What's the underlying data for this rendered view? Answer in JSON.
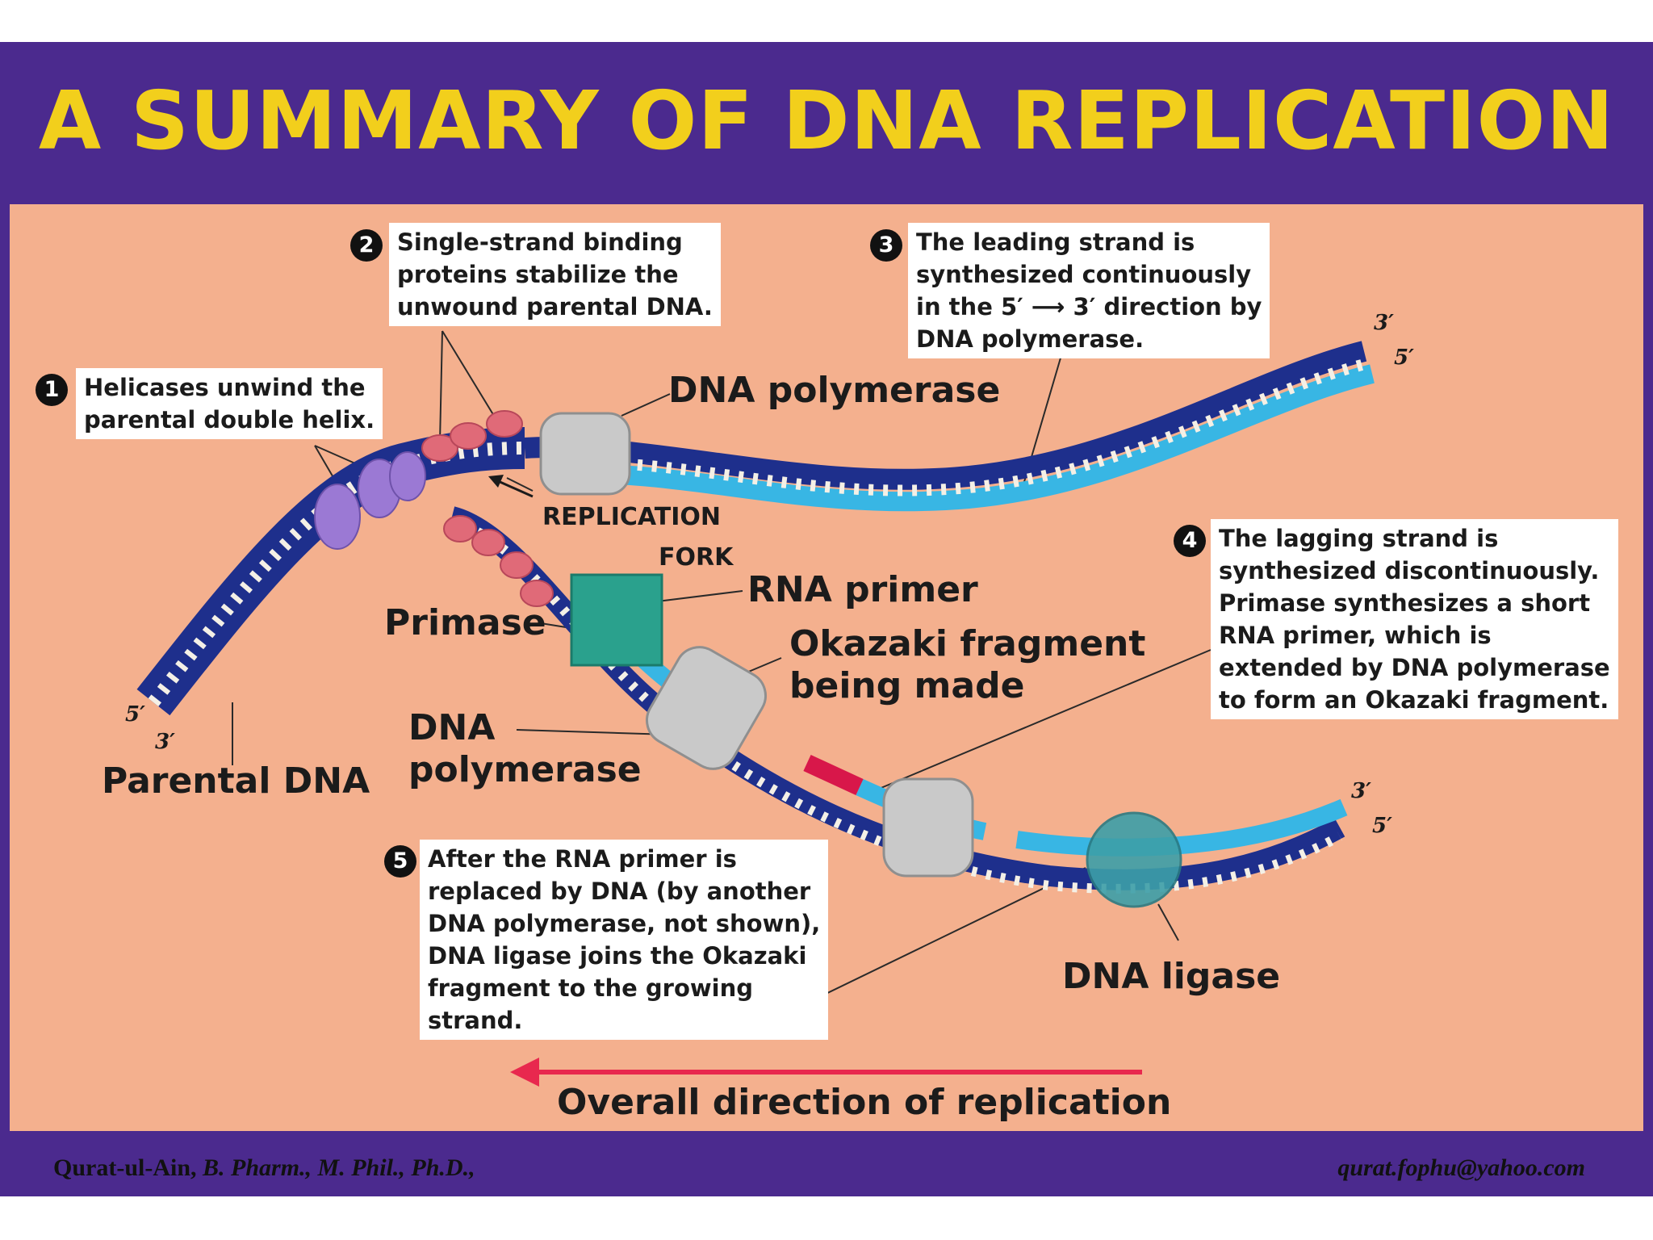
{
  "title": "A SUMMARY OF DNA REPLICATION",
  "colors": {
    "frame": "#4b2a8e",
    "title": "#f2cf1c",
    "background": "#f4b08e",
    "parental_strand": "#1e2f8c",
    "new_strand": "#38b6e4",
    "rna_primer": "#d8174a",
    "helicase": "#9b79d4",
    "ssb": "#e06a78",
    "polymerase": "#c9c9c9",
    "primase": "#2aa18d",
    "ligase": "#3d9fa8",
    "direction_arrow": "#e8284e"
  },
  "steps": [
    {
      "number": "1",
      "text": "Helicases unwind the\nparental double helix."
    },
    {
      "number": "2",
      "text": "Single-strand binding\nproteins stabilize the\nunwound parental DNA."
    },
    {
      "number": "3",
      "text": "The leading strand is\nsynthesized continuously\nin the 5′ ⟶ 3′ direction by\nDNA polymerase."
    },
    {
      "number": "4",
      "text": "The lagging strand is\nsynthesized discontinuously.\nPrimase synthesizes a short\nRNA primer, which is\nextended by DNA polymerase\nto form an Okazaki fragment."
    },
    {
      "number": "5",
      "text": "After the RNA primer is\nreplaced by DNA (by another\nDNA polymerase, not shown),\nDNA ligase joins the Okazaki\nfragment to the growing\nstrand."
    }
  ],
  "labels": {
    "dna_polymerase_top": "DNA polymerase",
    "replication": "REPLICATION",
    "fork": "FORK",
    "rna_primer": "RNA primer",
    "primase": "Primase",
    "okazaki": "Okazaki fragment\nbeing made",
    "dna_polymerase_bottom": "DNA\npolymerase",
    "parental_dna": "Parental DNA",
    "dna_ligase": "DNA ligase",
    "overall_direction": "Overall direction of replication"
  },
  "strand_ends": {
    "left_five": "5′",
    "left_three": "3′",
    "top_three": "3′",
    "top_five": "5′",
    "bottom_three": "3′",
    "bottom_five": "5′"
  },
  "footer": {
    "author": "Qurat-ul-Ain,",
    "degrees": "B. Pharm., M. Phil., Ph.D.,",
    "email": "qurat.fophu@yahoo.com"
  }
}
